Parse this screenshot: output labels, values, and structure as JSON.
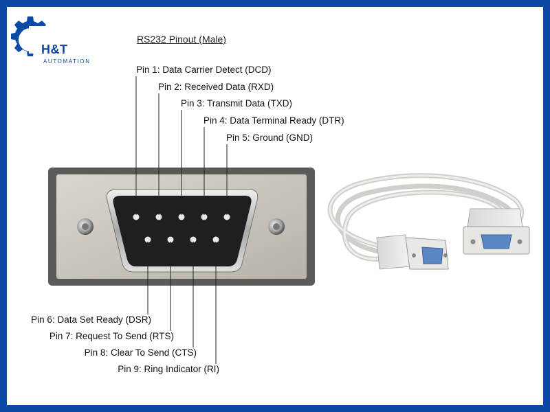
{
  "logo": {
    "title": "H&T",
    "subtitle": "AUTOMATION"
  },
  "title": "RS232 Pinout (Male)",
  "pins_top": [
    "Pin 1: Data Carrier Detect (DCD)",
    "Pin 2: Received Data (RXD)",
    "Pin 3: Transmit Data (TXD)",
    "Pin 4: Data Terminal Ready (DTR)",
    "Pin 5: Ground (GND)"
  ],
  "pins_bottom": [
    "Pin 6: Data Set Ready (DSR)",
    "Pin 7: Request To Send (RTS)",
    "Pin 8: Clear To Send (CTS)",
    "Pin 9: Ring Indicator (RI)"
  ],
  "colors": {
    "brand": "#0b49a6",
    "connector_face": "#c9c6bc",
    "cable": "#e6e6e2",
    "plug_blue": "#4a78b8"
  }
}
